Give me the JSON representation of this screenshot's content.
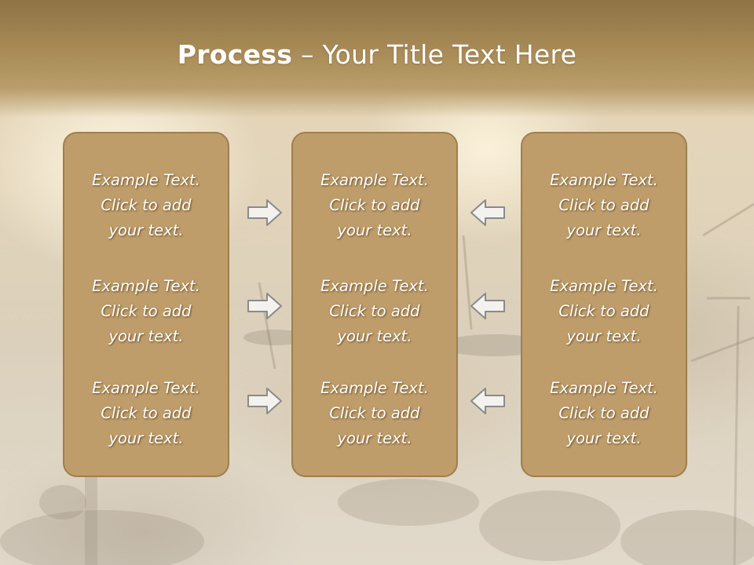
{
  "slide": {
    "title_bold": "Process",
    "title_rest": " – Your Title Text Here"
  },
  "panels": [
    {
      "items": [
        {
          "line1": "Example Text.",
          "line2": "Click  to add",
          "line3": "your text."
        },
        {
          "line1": "Example Text.",
          "line2": "Click  to add",
          "line3": "your text."
        },
        {
          "line1": "Example Text.",
          "line2": "Click  to add",
          "line3": "your text."
        }
      ]
    },
    {
      "items": [
        {
          "line1": "Example Text.",
          "line2": "Click  to add",
          "line3": "your text."
        },
        {
          "line1": "Example Text.",
          "line2": "Click  to add",
          "line3": "your text."
        },
        {
          "line1": "Example Text.",
          "line2": "Click  to add",
          "line3": "your text."
        }
      ]
    },
    {
      "items": [
        {
          "line1": "Example Text.",
          "line2": "Click  to add",
          "line3": "your text."
        },
        {
          "line1": "Example Text.",
          "line2": "Click  to add",
          "line3": "your text."
        },
        {
          "line1": "Example Text.",
          "line2": "Click  to add",
          "line3": "your text."
        }
      ]
    }
  ],
  "arrows": {
    "left_column": [
      "arrow-right-icon",
      "arrow-right-icon",
      "arrow-right-icon"
    ],
    "right_column": [
      "arrow-left-icon",
      "arrow-left-icon",
      "arrow-left-icon"
    ]
  },
  "colors": {
    "panel_fill": "#be9d6b",
    "panel_border": "#9e7f4f",
    "title_band": "#a88b55",
    "text": "#ffffff"
  }
}
